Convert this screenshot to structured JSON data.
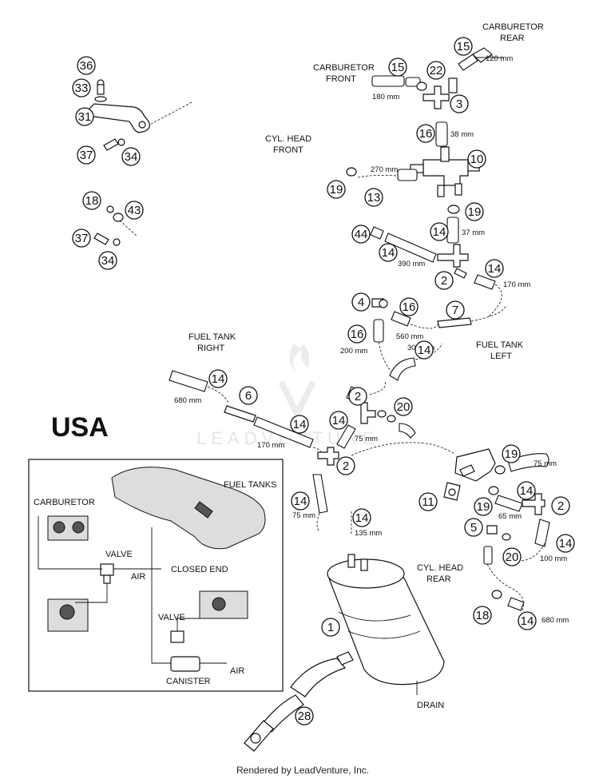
{
  "labels": {
    "carburetor_rear": [
      "CARBURETOR",
      "REAR"
    ],
    "carburetor_front": [
      "CARBURETOR",
      "FRONT"
    ],
    "cyl_head_front": [
      "CYL. HEAD",
      "FRONT"
    ],
    "fuel_tank_right": [
      "FUEL TANK",
      "RIGHT"
    ],
    "fuel_tank_left": [
      "FUEL TANK",
      "LEFT"
    ],
    "cyl_head_rear": [
      "CYL. HEAD",
      "REAR"
    ],
    "drain": "DRAIN",
    "usa": "USA"
  },
  "lengths": {
    "l120": "120 mm",
    "l180": "180 mm",
    "l38": "38 mm",
    "l270": "270 mm",
    "l37": "37 mm",
    "l390": "390 mm",
    "l170a": "170 mm",
    "l560": "560 mm",
    "l300": "300 mm",
    "l200": "200 mm",
    "l680a": "680 mm",
    "l170b": "170 mm",
    "l75a": "75 mm",
    "l75b": "75 mm",
    "l135": "135 mm",
    "l75c": "75 mm",
    "l65": "65 mm",
    "l100": "100 mm",
    "l680b": "680 mm"
  },
  "inset": {
    "carburetor": "CARBURETOR",
    "fuel_tanks": "FUEL TANKS",
    "valve1": "VALVE",
    "air1": "AIR",
    "closed_end": "CLOSED END",
    "valve2": "VALVE",
    "air2": "AIR",
    "canister": "CANISTER"
  },
  "callouts": [
    "1",
    "2",
    "3",
    "4",
    "5",
    "6",
    "7",
    "10",
    "11",
    "13",
    "14",
    "15",
    "16",
    "18",
    "19",
    "20",
    "22",
    "28",
    "31",
    "33",
    "34",
    "36",
    "37",
    "43",
    "44"
  ],
  "watermark": "LEADVENTURE",
  "credit": "Rendered by LeadVenture, Inc."
}
